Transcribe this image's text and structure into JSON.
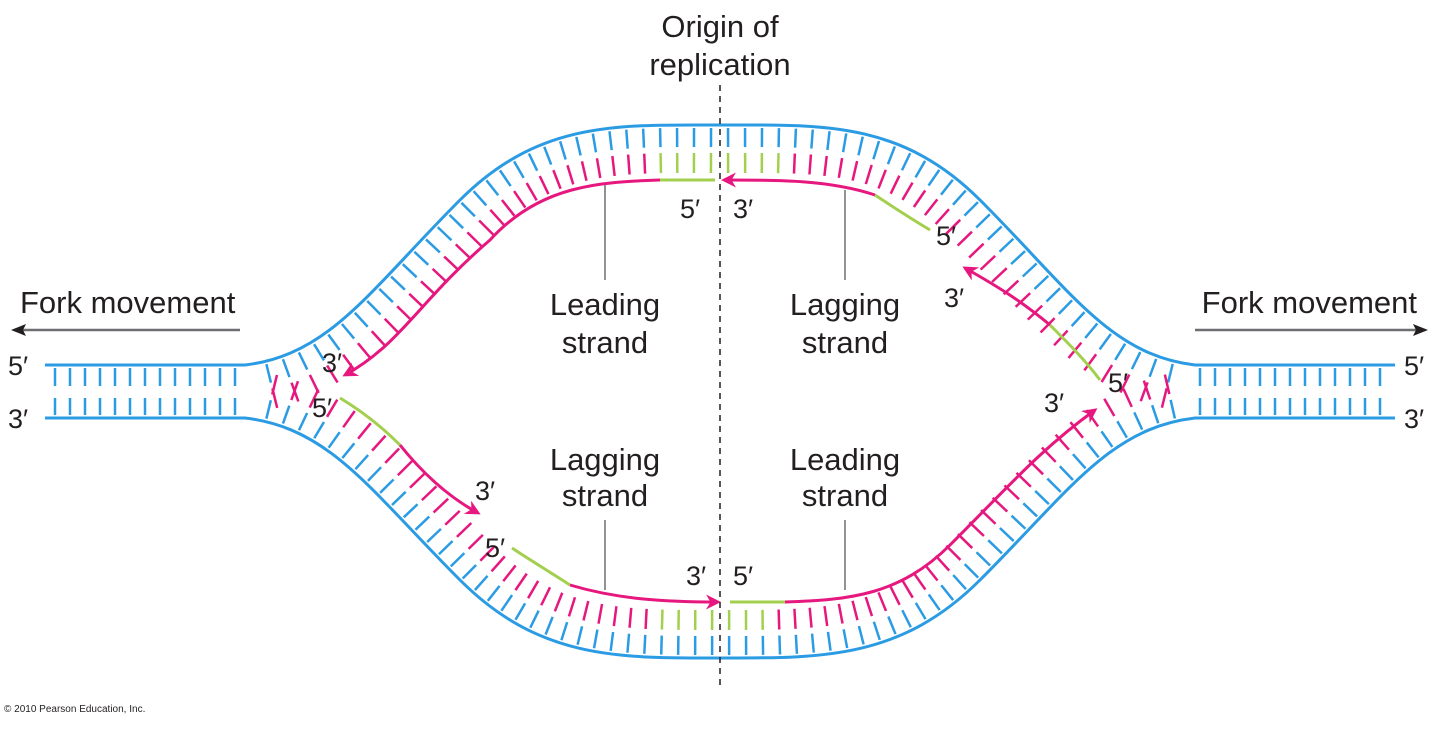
{
  "origin_label": [
    "Origin of",
    "replication"
  ],
  "fork_left": "Fork movement",
  "fork_right": "Fork movement",
  "strand_labels": {
    "top_left": [
      "Leading",
      "strand"
    ],
    "top_right": [
      "Lagging",
      "strand"
    ],
    "bottom_left": [
      "Lagging",
      "strand"
    ],
    "bottom_right": [
      "Leading",
      "strand"
    ]
  },
  "ends": {
    "parent_left_top": "5′",
    "parent_left_bottom": "3′",
    "parent_right_top": "5′",
    "parent_right_bottom": "3′",
    "top_left_3": "3′",
    "top_left_5": "5′",
    "top_right_3": "3′",
    "top_right_5": "5′",
    "top_right_frag_3": "3′",
    "top_right_frag_5": "5′",
    "bottom_left_5": "5′",
    "bottom_left_3": "3′",
    "bottom_left_frag_5": "5′",
    "bottom_left_frag_3": "3′",
    "bottom_right_5": "5′",
    "bottom_right_3": "3′"
  },
  "copyright": "© 2010 Pearson Education, Inc.",
  "colors": {
    "parent_strand": "#2b9be3",
    "new_dna": "#e6177e",
    "rna_primer": "#a3cf4e",
    "label_line": "#6d6e71",
    "arrow_grey": "#6d6e71"
  }
}
